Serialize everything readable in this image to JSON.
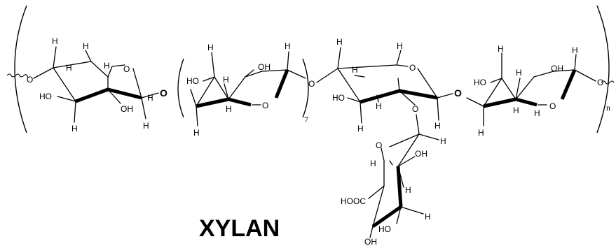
{
  "title": "XYLAN",
  "repeat_subscript_inner": "7",
  "repeat_subscript_outer": "n",
  "atoms": {
    "H": "H",
    "O": "O",
    "OH": "OH",
    "HO": "HO",
    "HOOC": "HOOC"
  }
}
